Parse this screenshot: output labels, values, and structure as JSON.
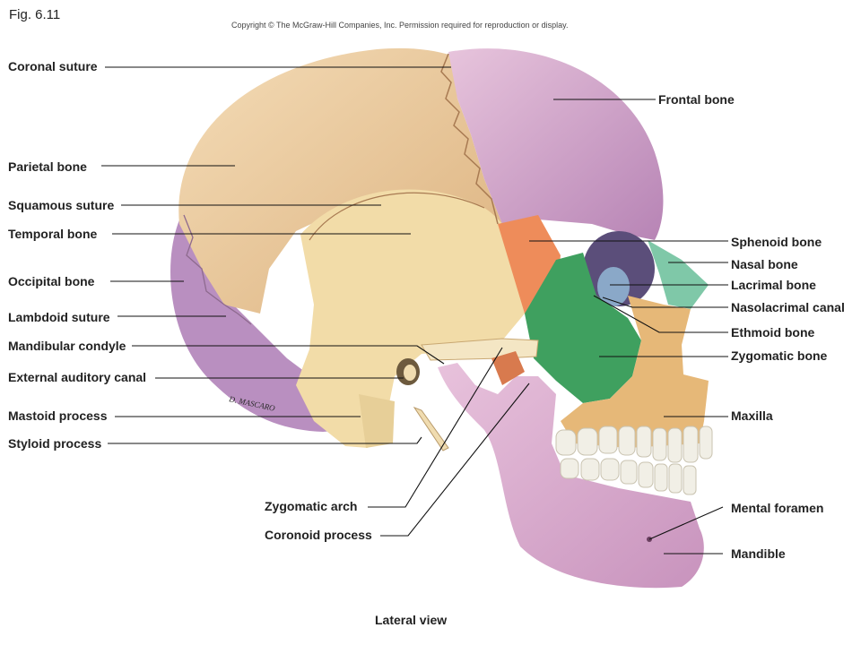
{
  "figure_number": "Fig. 6.11",
  "copyright": "Copyright © The McGraw-Hill Companies, Inc. Permission required for reproduction or display.",
  "caption": "Lateral view",
  "signature": "D. MASCARO",
  "colors": {
    "parietal": "#e9c79c",
    "frontal": "#d6a8c8",
    "temporal": "#f2dca8",
    "occipital": "#b98fc0",
    "sphenoid": "#ee8c5a",
    "zygomatic": "#3fa05f",
    "maxilla": "#e6b878",
    "mandible": "#dcaecd",
    "nasal": "#7fc8a8",
    "teeth": "#f1efe6"
  },
  "labels": {
    "coronal_suture": "Coronal suture",
    "parietal_bone": "Parietal bone",
    "squamous_suture": "Squamous suture",
    "temporal_bone": "Temporal bone",
    "occipital_bone": "Occipital bone",
    "lambdoid_suture": "Lambdoid suture",
    "mandibular_condyle": "Mandibular condyle",
    "external_auditory_canal": "External auditory canal",
    "mastoid_process": "Mastoid process",
    "styloid_process": "Styloid process",
    "zygomatic_arch": "Zygomatic arch",
    "coronoid_process": "Coronoid process",
    "frontal_bone": "Frontal bone",
    "sphenoid_bone": "Sphenoid bone",
    "nasal_bone": "Nasal bone",
    "lacrimal_bone": "Lacrimal bone",
    "nasolacrimal_canal": "Nasolacrimal canal",
    "ethmoid_bone": "Ethmoid bone",
    "zygomatic_bone": "Zygomatic bone",
    "maxilla": "Maxilla",
    "mental_foramen": "Mental foramen",
    "mandible": "Mandible"
  }
}
